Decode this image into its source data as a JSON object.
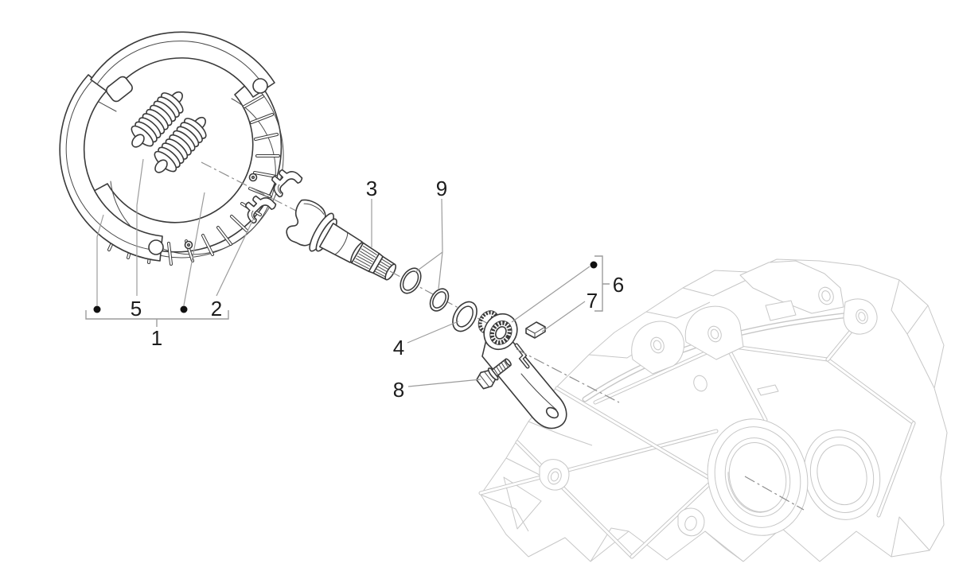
{
  "diagram": {
    "kind": "exploded-parts-diagram",
    "subject": "rear-brake-shoe-and-lever-assembly-on-crankcase",
    "background": "#ffffff"
  },
  "callouts": [
    {
      "label": "1"
    },
    {
      "label": "2"
    },
    {
      "label": "3"
    },
    {
      "label": "4"
    },
    {
      "label": "5"
    },
    {
      "label": "6"
    },
    {
      "label": "7"
    },
    {
      "label": "8"
    },
    {
      "label": "9"
    }
  ],
  "groups": [
    {
      "parent_label": "1",
      "bracketed_children": [
        "5",
        "2"
      ]
    },
    {
      "parent_label": "6",
      "bracketed_children": [
        "7"
      ]
    }
  ],
  "colors": {
    "part_line": "#3a3a3a",
    "case_line": "#c7c7c7",
    "leader_line": "#9c9c9c",
    "axis_line": "#8d8d8d",
    "label_text": "#1c1c1c",
    "background": "#ffffff"
  }
}
